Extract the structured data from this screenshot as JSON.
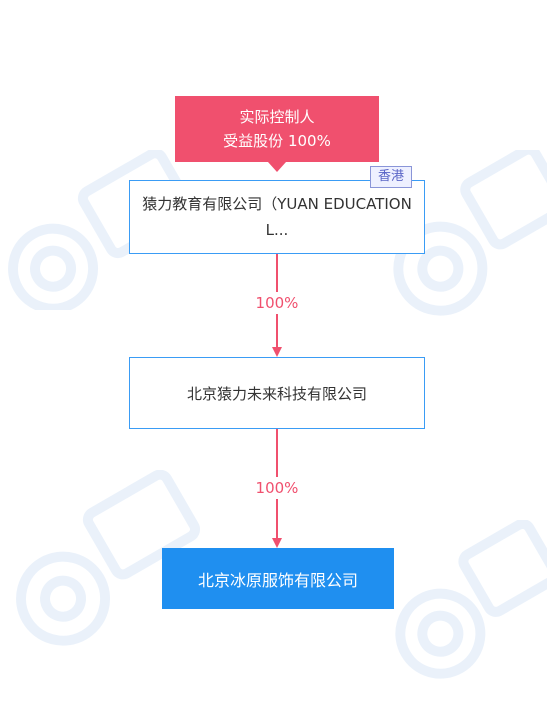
{
  "controller": {
    "line1": "实际控制人",
    "line2": "受益股份 100%"
  },
  "nodes": [
    {
      "name": "猿力教育有限公司（YUAN EDUCATION L...",
      "badge": "香港"
    },
    {
      "name": "北京猿力未来科技有限公司"
    },
    {
      "name": "北京冰原服饰有限公司"
    }
  ],
  "edges": [
    {
      "label": "100%"
    },
    {
      "label": "100%"
    }
  ],
  "colors": {
    "accent_red": "#f0506e",
    "node_border_blue": "#3a9cf5",
    "target_fill_blue": "#1f8ff0",
    "badge_border": "#8a95d8"
  }
}
